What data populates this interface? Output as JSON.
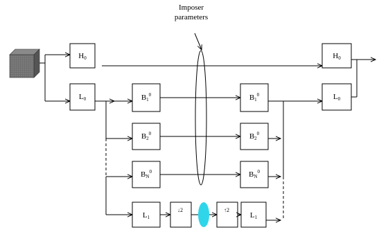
{
  "imposer": {
    "line1": "Imposer",
    "line2": "parameters"
  },
  "analysis": {
    "h0": {
      "base": "H",
      "sub": "0"
    },
    "l0": {
      "base": "L",
      "sub": "0"
    }
  },
  "bands_left": [
    {
      "base": "B",
      "sub": "1",
      "sup": "0"
    },
    {
      "base": "B",
      "sub": "2",
      "sup": "0"
    },
    {
      "base": "B",
      "sub": "N",
      "sup": "0"
    }
  ],
  "bands_right": [
    {
      "base": "B",
      "sub": "1",
      "sup": "0"
    },
    {
      "base": "B",
      "sub": "2",
      "sup": "0"
    },
    {
      "base": "B",
      "sub": "N",
      "sup": "0"
    }
  ],
  "synthesis": {
    "h0": {
      "base": "H",
      "sub": "0"
    },
    "l0": {
      "base": "L",
      "sub": "0"
    }
  },
  "lowpass_chain": {
    "l1_left": {
      "base": "L",
      "sub": "1"
    },
    "down": "↓2",
    "up": "↑2",
    "l1_right": {
      "base": "L",
      "sub": "1"
    }
  },
  "colors": {
    "ellipse_fill": "#2fd6ea",
    "cube_fill": "#6f6f6f",
    "cube_dots": "#9a9a9a"
  }
}
